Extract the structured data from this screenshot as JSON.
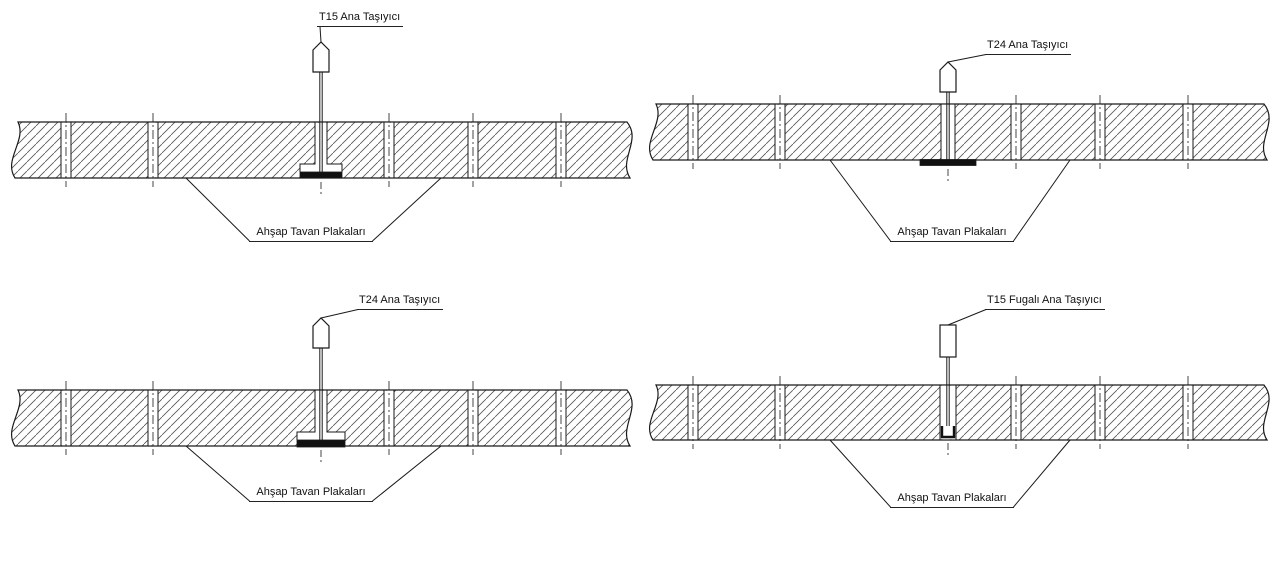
{
  "panels": [
    {
      "carrier_label": "T15 Ana Taşıyıcı",
      "panel_label": "Ahşap Tavan Plakaları"
    },
    {
      "carrier_label": "T24 Ana Taşıyıcı",
      "panel_label": "Ahşap Tavan Plakaları"
    },
    {
      "carrier_label": "T24 Ana Taşıyıcı",
      "panel_label": "Ahşap Tavan Plakaları"
    },
    {
      "carrier_label": "T15 Fugalı Ana Taşıyıcı",
      "panel_label": "Ahşap Tavan Plakaları"
    }
  ],
  "colors": {
    "line": "#1a1a1a",
    "hatch": "#555555",
    "background": "#ffffff",
    "flange_fill": "#111111"
  }
}
